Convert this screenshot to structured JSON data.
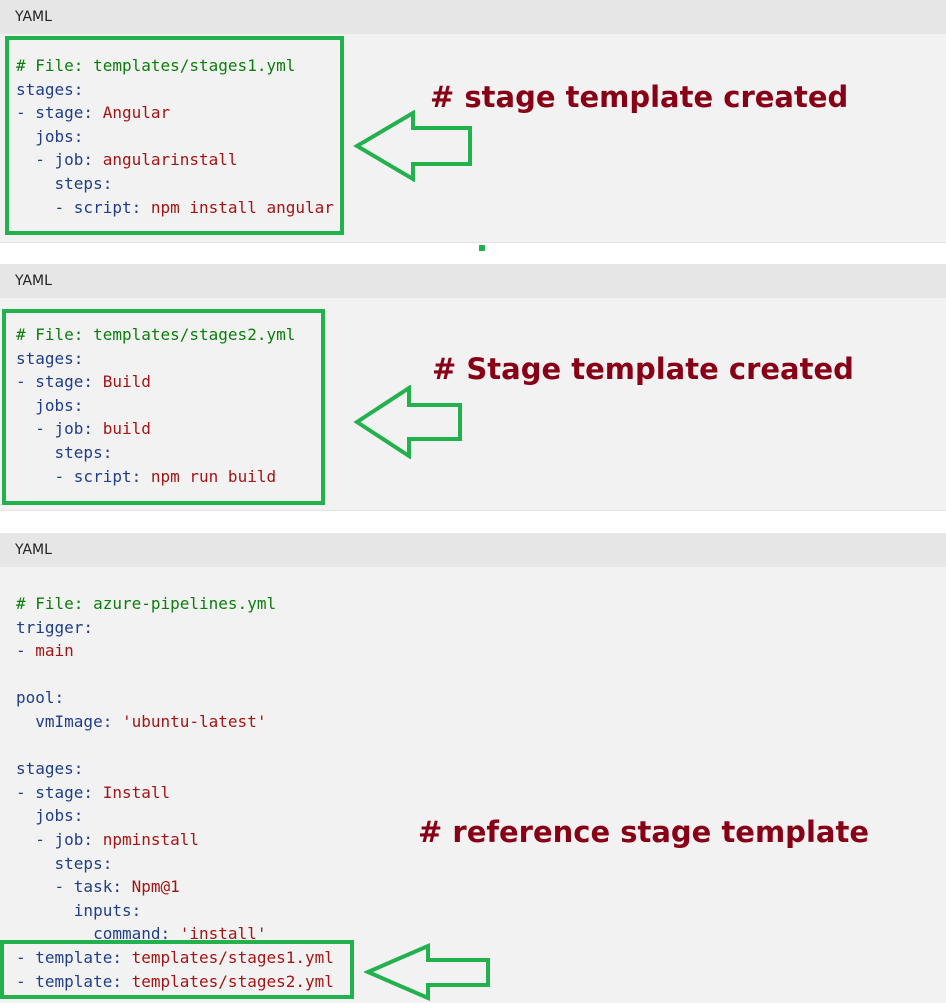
{
  "blocks": [
    {
      "header": "YAML",
      "lines": [
        {
          "comment": "# File: templates/stages1.yml"
        },
        {
          "indent": "",
          "dash": "",
          "key": "stages:",
          "value": ""
        },
        {
          "indent": "",
          "dash": "- ",
          "key": "stage:",
          "value": " Angular"
        },
        {
          "indent": "  ",
          "dash": "",
          "key": "jobs:",
          "value": ""
        },
        {
          "indent": "  ",
          "dash": "- ",
          "key": "job:",
          "value": " angularinstall"
        },
        {
          "indent": "    ",
          "dash": "",
          "key": "steps:",
          "value": ""
        },
        {
          "indent": "    ",
          "dash": "- ",
          "key": "script:",
          "value": " npm install angular"
        }
      ],
      "annotation": "# stage template created"
    },
    {
      "header": "YAML",
      "lines": [
        {
          "comment": "# File: templates/stages2.yml"
        },
        {
          "indent": "",
          "dash": "",
          "key": "stages:",
          "value": ""
        },
        {
          "indent": "",
          "dash": "- ",
          "key": "stage:",
          "value": " Build"
        },
        {
          "indent": "  ",
          "dash": "",
          "key": "jobs:",
          "value": ""
        },
        {
          "indent": "  ",
          "dash": "- ",
          "key": "job:",
          "value": " build"
        },
        {
          "indent": "    ",
          "dash": "",
          "key": "steps:",
          "value": ""
        },
        {
          "indent": "    ",
          "dash": "- ",
          "key": "script:",
          "value": " npm run build"
        }
      ],
      "annotation": "# Stage template created"
    },
    {
      "header": "YAML",
      "lines": [
        {
          "comment": "# File: azure-pipelines.yml"
        },
        {
          "indent": "",
          "dash": "",
          "key": "trigger:",
          "value": ""
        },
        {
          "indent": "",
          "dash": "- ",
          "key": "",
          "value": "main"
        },
        {
          "blank": true
        },
        {
          "indent": "",
          "dash": "",
          "key": "pool:",
          "value": ""
        },
        {
          "indent": "  ",
          "dash": "",
          "key": "vmImage:",
          "value": " 'ubuntu-latest'"
        },
        {
          "blank": true
        },
        {
          "indent": "",
          "dash": "",
          "key": "stages:",
          "value": ""
        },
        {
          "indent": "",
          "dash": "- ",
          "key": "stage:",
          "value": " Install"
        },
        {
          "indent": "  ",
          "dash": "",
          "key": "jobs:",
          "value": ""
        },
        {
          "indent": "  ",
          "dash": "- ",
          "key": "job:",
          "value": " npminstall"
        },
        {
          "indent": "    ",
          "dash": "",
          "key": "steps:",
          "value": ""
        },
        {
          "indent": "    ",
          "dash": "- ",
          "key": "task:",
          "value": " Npm@1"
        },
        {
          "indent": "      ",
          "dash": "",
          "key": "inputs:",
          "value": ""
        },
        {
          "indent": "        ",
          "dash": "",
          "key": "command:",
          "value": " 'install'"
        },
        {
          "indent": "",
          "dash": "- ",
          "key": "template:",
          "value": " templates/stages1.yml"
        },
        {
          "indent": "",
          "dash": "- ",
          "key": "template:",
          "value": " templates/stages2.yml"
        }
      ],
      "annotation": "# reference stage template"
    }
  ],
  "colors": {
    "key": "#1f3e87",
    "value": "#a31515",
    "comment": "#0c7d0c",
    "highlight_box": "#23b14d",
    "annotation": "#880015",
    "header_bg": "#e6e6e6",
    "code_bg": "#f2f2f2"
  }
}
